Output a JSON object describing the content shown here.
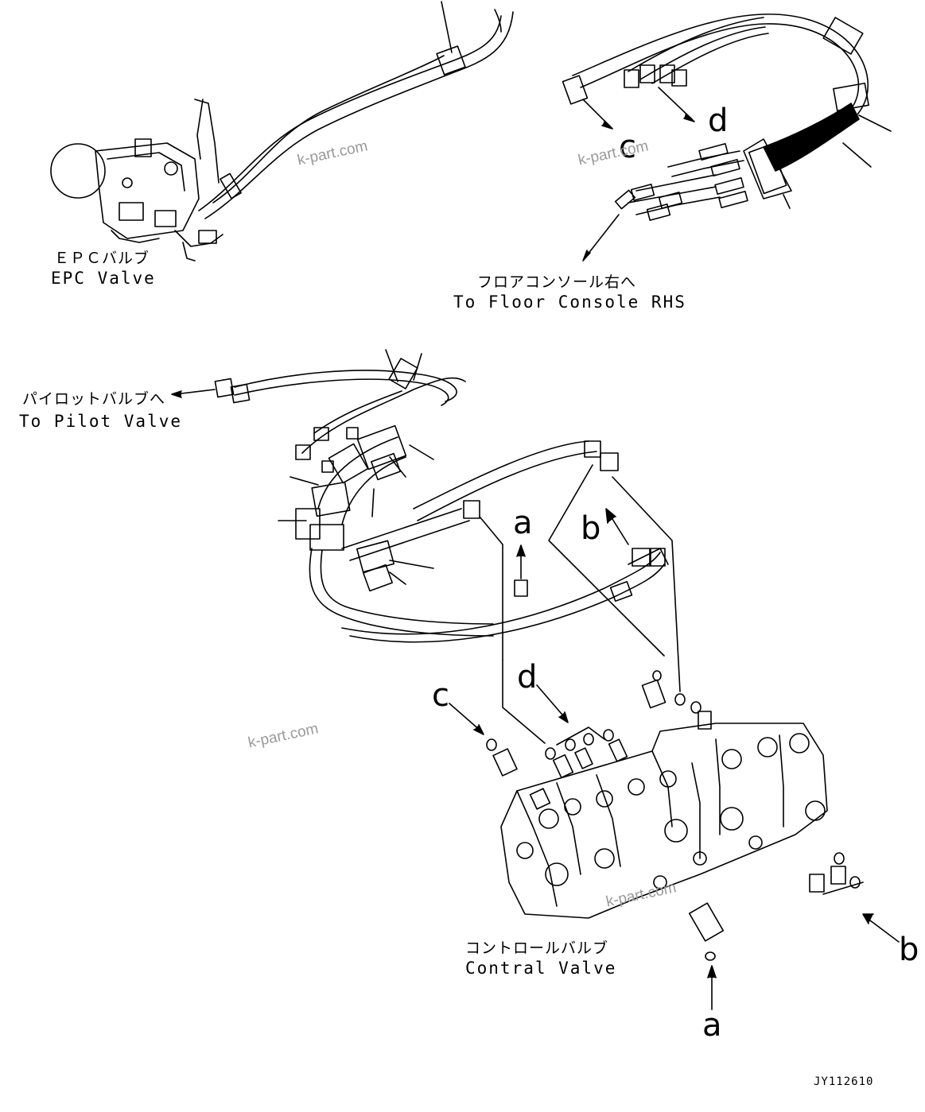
{
  "labels": {
    "epc_valve_jp": "ＥＰＣバルブ",
    "epc_valve_en": "EPC Valve",
    "floor_console_jp": "フロアコンソール右へ",
    "floor_console_en": "To Floor Console RHS",
    "pilot_valve_jp": "パイロットバルブへ",
    "pilot_valve_en": "To Pilot Valve",
    "control_valve_jp": "コントロールバルブ",
    "control_valve_en": "Contral Valve"
  },
  "reference_letters": {
    "a": "a",
    "b": "b",
    "c": "c",
    "d": "d"
  },
  "watermark": "k-part.com",
  "drawing_code": "JY112610"
}
